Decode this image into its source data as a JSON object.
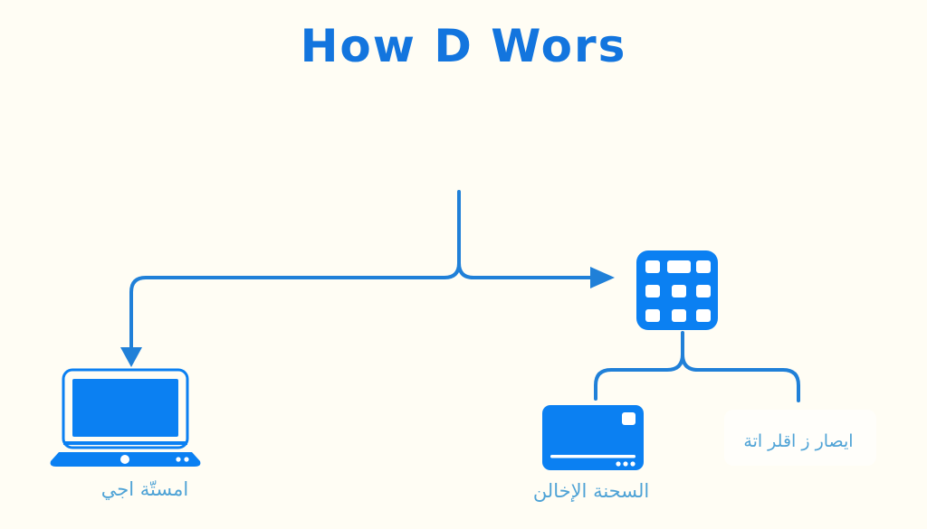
{
  "title": "How D Wors",
  "theme": {
    "background": "#fffdf4",
    "icon_blue": "#0b80f2",
    "line_blue": "#2080d8",
    "title_blue": "#1375de",
    "label_blue": "#4fa3d6",
    "cell_white": "#ffffff"
  },
  "diagram": {
    "client": {
      "icon": "laptop-icon",
      "label": "امستّة اجي"
    },
    "resolver": {
      "icon": "server-grid-icon"
    },
    "record": {
      "icon": "card-icon",
      "label": "السحنة الإخالن"
    },
    "note": {
      "label": "ايصار ز اقلر اتة"
    }
  }
}
